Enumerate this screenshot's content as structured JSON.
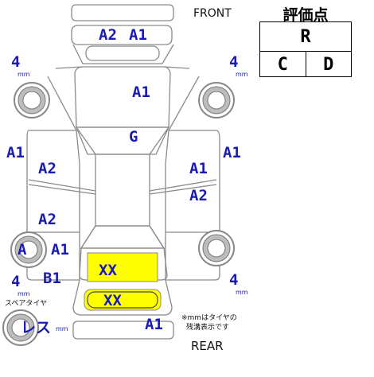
{
  "sheet": {
    "front_label": "FRONT",
    "rear_label": "REAR",
    "grade": {
      "title": "評価点",
      "overall": "R",
      "interior": "C",
      "exterior": "D"
    },
    "spare_tire_label": "スペアタイヤ",
    "spare_tire_value": "レス",
    "spare_tire_unit": "mm",
    "note_line1": "※mmはタイヤの",
    "note_line2": "残溝表示です"
  },
  "tires": {
    "front_left": {
      "value": "4",
      "unit": "mm"
    },
    "front_right": {
      "value": "4",
      "unit": "mm"
    },
    "rear_left": {
      "value": "4",
      "unit": "mm",
      "mark": "A"
    },
    "rear_right": {
      "value": "4",
      "unit": "mm"
    }
  },
  "damage_marks": {
    "front_bumper_left": "A2",
    "front_bumper_right": "A1",
    "hood": "A1",
    "roof": "G",
    "left_front_fender": "A1",
    "left_front_door": "A2",
    "left_rear_door": "A2",
    "left_rear_quarter": "A1",
    "left_rocker": "B1",
    "right_front_fender": "A1",
    "right_front_door": "A1",
    "right_rear_door": "A2",
    "trunk": "XX",
    "rear_panel": "XX",
    "rear_bumper": "A1"
  },
  "colors": {
    "mark_text": "#1a1ab4",
    "replaced_highlight": "#ffff00",
    "line": "#8a8a8a"
  }
}
